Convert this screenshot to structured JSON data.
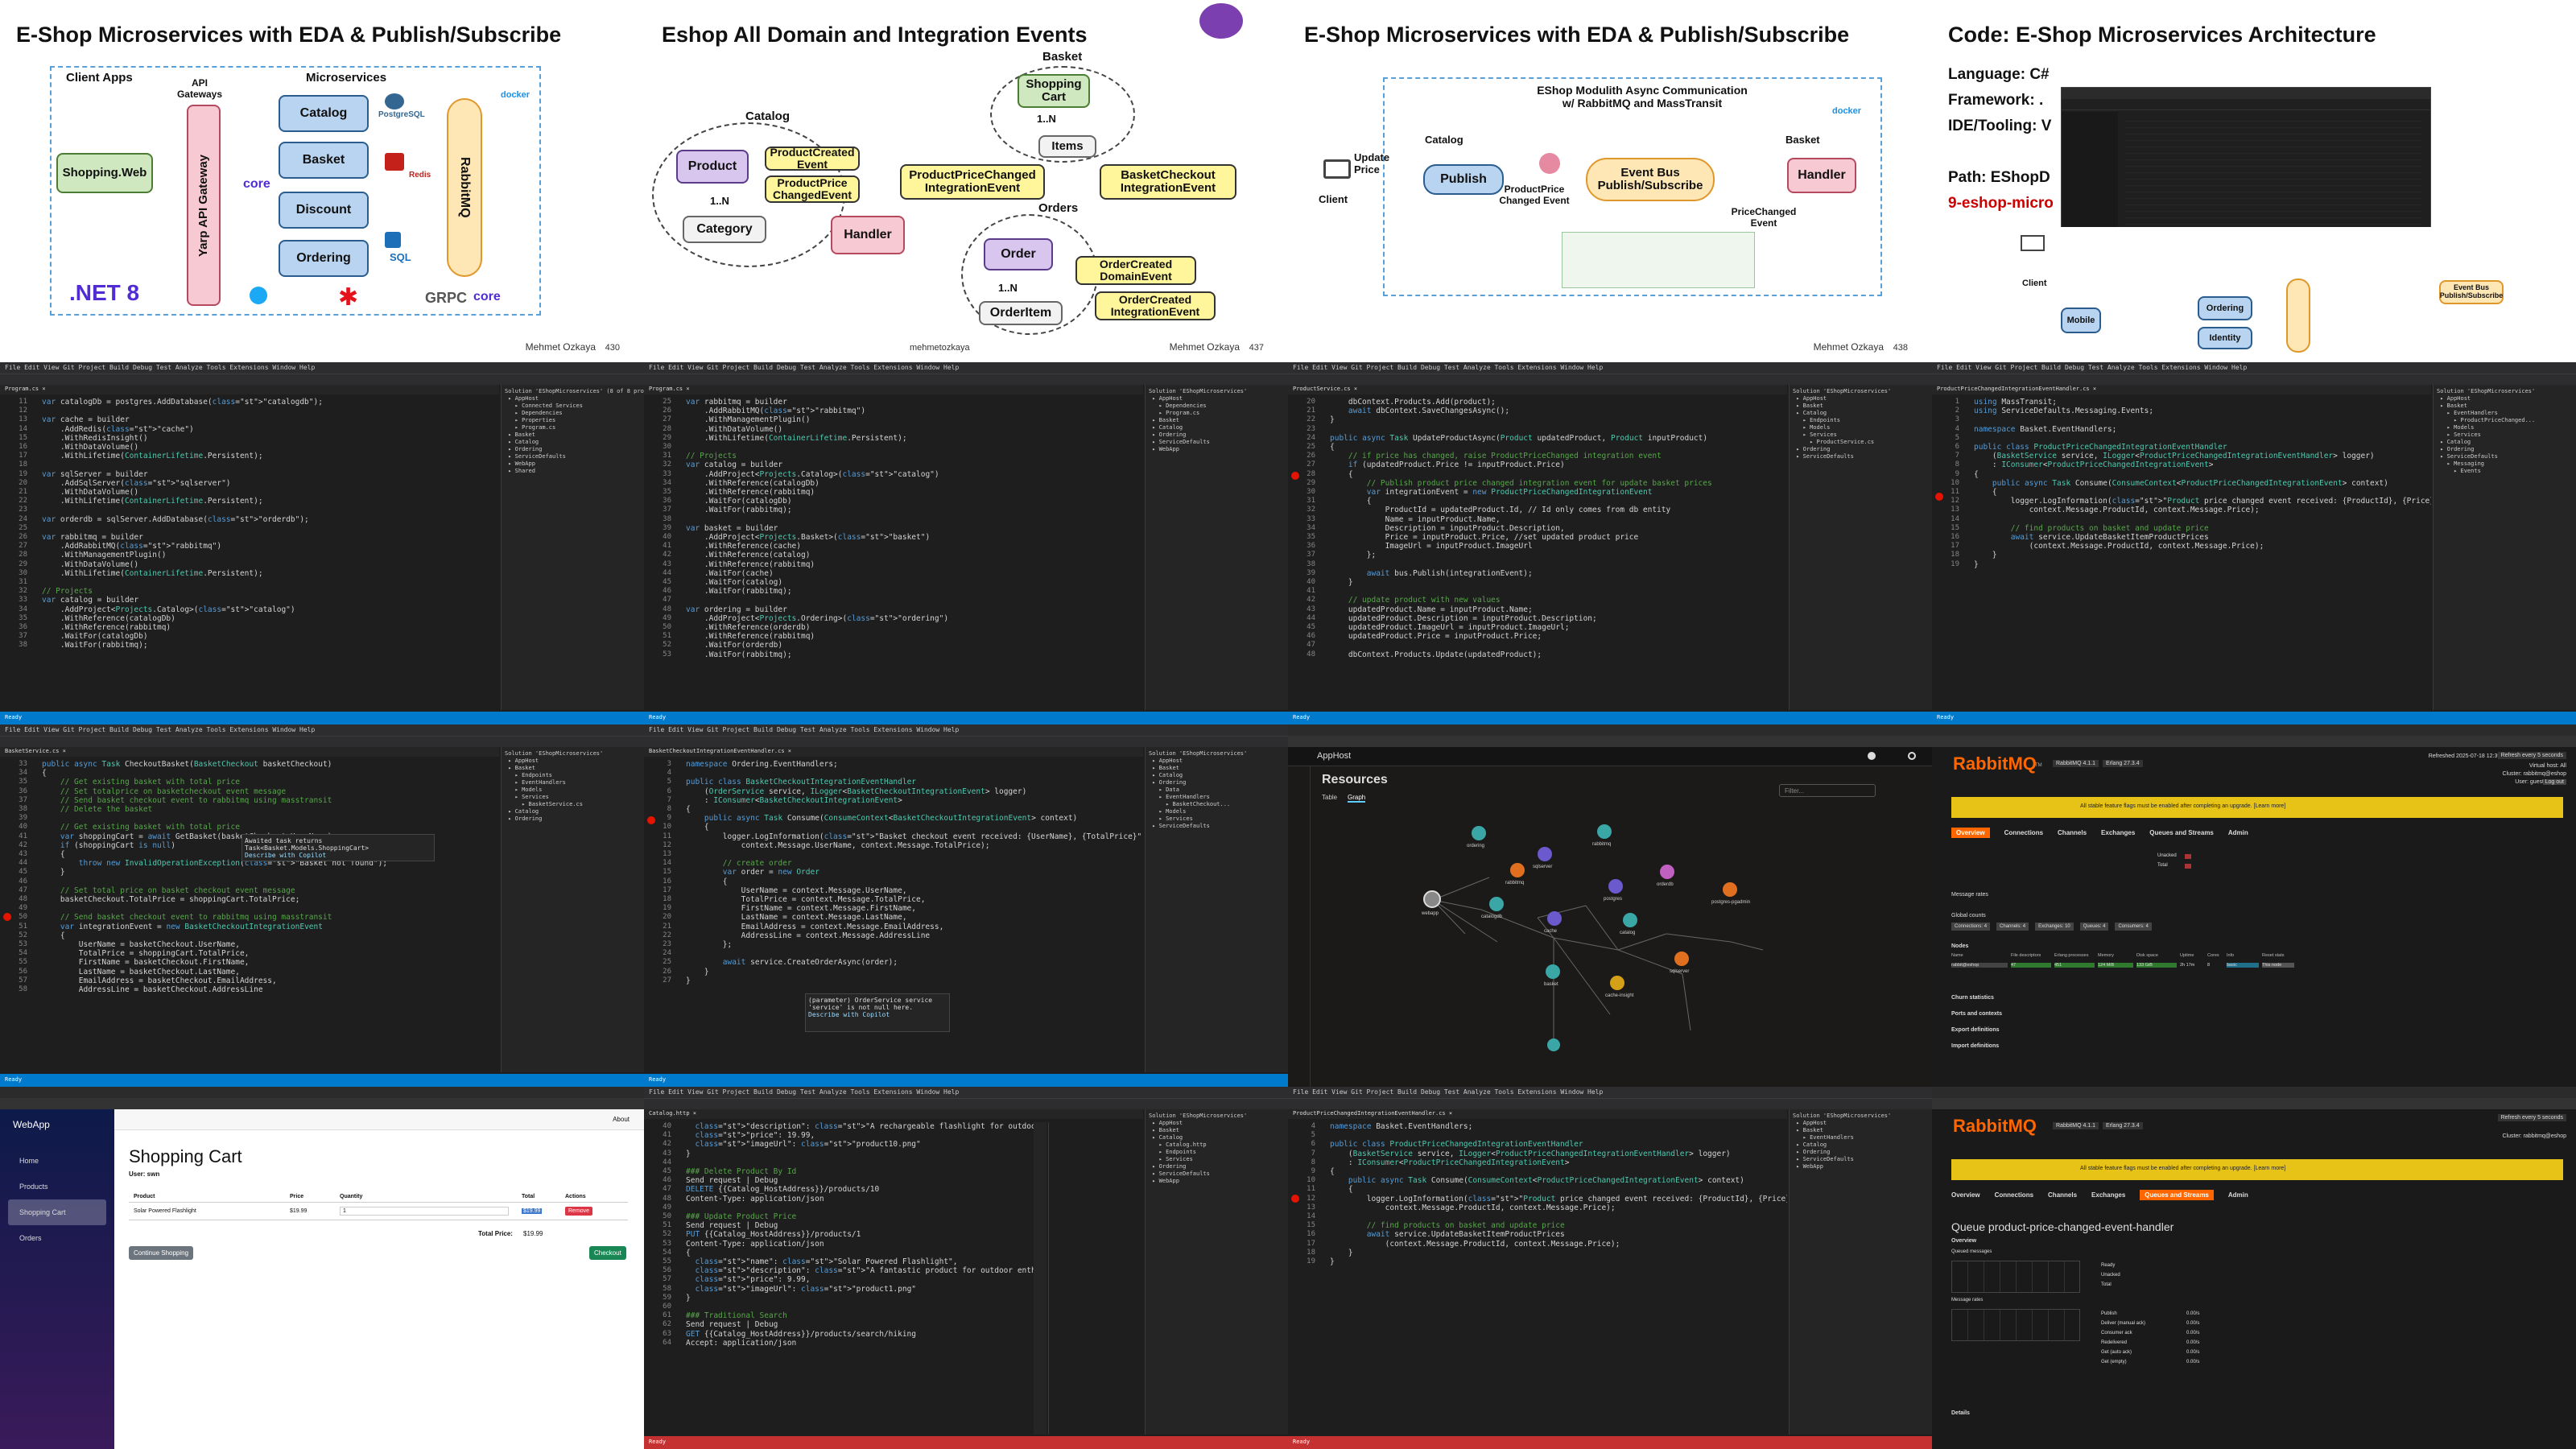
{
  "slides": {
    "s1": {
      "title": "E-Shop Microservices with EDA & Publish/Subscribe",
      "client_apps": "Client Apps",
      "api_gateways": "API Gateways",
      "microservices": "Microservices",
      "shopping_web": "Shopping.Web",
      "yarp": "Yarp API Gateway",
      "catalog": "Catalog",
      "basket": "Basket",
      "discount": "Discount",
      "ordering": "Ordering",
      "rabbitmq": "RabbitMQ",
      "postgresql": "PostgreSQL",
      "redis": "Redis",
      "sql": "SQL",
      "net8": ".NET 8",
      "grpc": "GRPC",
      "core": "core",
      "docker": "docker",
      "author": "Mehmet Ozkaya",
      "page": "430"
    },
    "s2": {
      "title": "Eshop All Domain and Integration Events",
      "basket": "Basket",
      "shopping_cart": "Shopping Cart",
      "items": "Items",
      "one_n_1": "1..N",
      "catalog": "Catalog",
      "product": "Product",
      "product_created": "ProductCreated Event",
      "product_price_changed": "ProductPrice ChangedEvent",
      "one_n_2": "1..N",
      "category": "Category",
      "handler": "Handler",
      "ppc_integration": "ProductPriceChanged IntegrationEvent",
      "basket_checkout": "BasketCheckout IntegrationEvent",
      "orders": "Orders",
      "order": "Order",
      "order_created_domain": "OrderCreated DomainEvent",
      "order_created_integration": "OrderCreated IntegrationEvent",
      "one_n_3": "1..N",
      "order_item": "OrderItem",
      "author": "mehmetozkaya",
      "author2": "Mehmet Ozkaya",
      "page": "437"
    },
    "s3": {
      "title": "E-Shop Microservices with EDA & Publish/Subscribe",
      "box_title": "EShop Modulith Async Communication w/ RabbitMQ and MassTransit",
      "update_price": "Update Price",
      "client": "Client",
      "catalog": "Catalog",
      "publish": "Publish",
      "ppc_event": "ProductPrice Changed Event",
      "event_bus": "Event Bus Publish/Subscribe",
      "basket": "Basket",
      "handler": "Handler",
      "price_changed_event": "PriceChanged Event",
      "docker": "docker",
      "author": "Mehmet Ozkaya",
      "page": "438"
    },
    "s4": {
      "title": "Code: E-Shop Microservices Architecture",
      "language": "Language: C#",
      "framework": "Framework: .",
      "ide": "IDE/Tooling: V",
      "path": "Path: EShopD",
      "repo": "9-eshop-micro",
      "mini": {
        "client": "Client",
        "mobile": "Mobile",
        "ordering": "Ordering",
        "identity": "Identity",
        "event_bus": "Event Bus Publish/Subscribe"
      }
    }
  },
  "ide": {
    "menu": "File  Edit  View  Git  Project  Build  Debug  Test  Analyze  Tools  Extensions  Window  Help",
    "status": "Ready",
    "t5": {
      "code": [
        "var catalogDb = postgres.AddDatabase(\"catalogdb\");",
        "",
        "var cache = builder",
        "    .AddRedis(\"cache\")",
        "    .WithRedisInsight()",
        "    .WithDataVolume()",
        "    .WithLifetime(ContainerLifetime.Persistent);",
        "",
        "var sqlServer = builder",
        "    .AddSqlServer(\"sqlserver\")",
        "    .WithDataVolume()",
        "    .WithLifetime(ContainerLifetime.Persistent);",
        "",
        "var orderdb = sqlServer.AddDatabase(\"orderdb\");",
        "",
        "var rabbitmq = builder",
        "    .AddRabbitMQ(\"rabbitmq\")",
        "    .WithManagementPlugin()",
        "    .WithDataVolume()",
        "    .WithLifetime(ContainerLifetime.Persistent);",
        "",
        "// Projects",
        "var catalog = builder",
        "    .AddProject<Projects.Catalog>(\"catalog\")",
        "    .WithReference(catalogDb)",
        "    .WithReference(rabbitmq)",
        "    .WaitFor(catalogDb)",
        "    .WaitFor(rabbitmq);"
      ],
      "start": 11
    },
    "t6": {
      "code": [
        "var rabbitmq = builder",
        "    .AddRabbitMQ(\"rabbitmq\")",
        "    .WithManagementPlugin()",
        "    .WithDataVolume()",
        "    .WithLifetime(ContainerLifetime.Persistent);",
        "",
        "// Projects",
        "var catalog = builder",
        "    .AddProject<Projects.Catalog>(\"catalog\")",
        "    .WithReference(catalogDb)",
        "    .WithReference(rabbitmq)",
        "    .WaitFor(catalogDb)",
        "    .WaitFor(rabbitmq);",
        "",
        "var basket = builder",
        "    .AddProject<Projects.Basket>(\"basket\")",
        "    .WithReference(cache)",
        "    .WithReference(catalog)",
        "    .WithReference(rabbitmq)",
        "    .WaitFor(cache)",
        "    .WaitFor(catalog)",
        "    .WaitFor(rabbitmq);",
        "",
        "var ordering = builder",
        "    .AddProject<Projects.Ordering>(\"ordering\")",
        "    .WithReference(orderdb)",
        "    .WithReference(rabbitmq)",
        "    .WaitFor(orderdb)",
        "    .WaitFor(rabbitmq);"
      ],
      "start": 25
    },
    "t7": {
      "code": [
        "    dbContext.Products.Add(product);",
        "    await dbContext.SaveChangesAsync();",
        "}",
        "",
        "public async Task UpdateProductAsync(Product updatedProduct, Product inputProduct)",
        "{",
        "    // if price has changed, raise ProductPriceChanged integration event",
        "    if (updatedProduct.Price != inputProduct.Price)",
        "    {",
        "        // Publish product price changed integration event for update basket prices",
        "        var integrationEvent = new ProductPriceChangedIntegrationEvent",
        "        {",
        "            ProductId = updatedProduct.Id, // Id only comes from db entity",
        "            Name = inputProduct.Name,",
        "            Description = inputProduct.Description,",
        "            Price = inputProduct.Price, //set updated product price",
        "            ImageUrl = inputProduct.ImageUrl",
        "        };",
        "",
        "        await bus.Publish(integrationEvent);",
        "    }",
        "",
        "    // update product with new values",
        "    updatedProduct.Name = inputProduct.Name;",
        "    updatedProduct.Description = inputProduct.Description;",
        "    updatedProduct.ImageUrl = inputProduct.ImageUrl;",
        "    updatedProduct.Price = inputProduct.Price;",
        "",
        "    dbContext.Products.Update(updatedProduct);"
      ],
      "start": 20
    },
    "t8": {
      "code": [
        "using MassTransit;",
        "using ServiceDefaults.Messaging.Events;",
        "",
        "namespace Basket.EventHandlers;",
        "",
        "public class ProductPriceChangedIntegrationEventHandler",
        "    (BasketService service, ILogger<ProductPriceChangedIntegrationEventHandler> logger)",
        "    : IConsumer<ProductPriceChangedIntegrationEvent>",
        "{",
        "    public async Task Consume(ConsumeContext<ProductPriceChangedIntegrationEvent> context)",
        "    {",
        "        logger.LogInformation(\"Product price changed event received: {ProductId}, {Price}\",",
        "            context.Message.ProductId, context.Message.Price);",
        "",
        "        // find products on basket and update price",
        "        await service.UpdateBasketItemProductPrices",
        "            (context.Message.ProductId, context.Message.Price);",
        "    }",
        "}"
      ],
      "start": 1
    },
    "t9": {
      "code": [
        "public async Task CheckoutBasket(BasketCheckout basketCheckout)",
        "{",
        "    // Get existing basket with total price",
        "    // Set totalprice on basketcheckout event message",
        "    // Send basket checkout event to rabbitmq using masstransit",
        "    // Delete the basket",
        "",
        "    // Get existing basket with total price",
        "    var shoppingCart = await GetBasket(basketCheckout.UserName);",
        "    if (shoppingCart is null)",
        "    {",
        "        throw new InvalidOperationException(\"Basket not found\");",
        "    }",
        "",
        "    // Set total price on basket checkout event message",
        "    basketCheckout.TotalPrice = shoppingCart.TotalPrice;",
        "",
        "    // Send basket checkout event to rabbitmq using masstransit",
        "    var integrationEvent = new BasketCheckoutIntegrationEvent",
        "    {",
        "        UserName = basketCheckout.UserName,",
        "        TotalPrice = shoppingCart.TotalPrice,",
        "        FirstName = basketCheckout.FirstName,",
        "        LastName = basketCheckout.LastName,",
        "        EmailAddress = basketCheckout.EmailAddress,",
        "        AddressLine = basketCheckout.AddressLine"
      ],
      "start": 33,
      "tooltip1": "Awaited task returns Task<Basket.Models.ShoppingCart>",
      "tooltip2": "Describe with Copilot"
    },
    "t10": {
      "code": [
        "namespace Ordering.EventHandlers;",
        "",
        "public class BasketCheckoutIntegrationEventHandler",
        "    (OrderService service, ILogger<BasketCheckoutIntegrationEvent> logger)",
        "    : IConsumer<BasketCheckoutIntegrationEvent>",
        "{",
        "    public async Task Consume(ConsumeContext<BasketCheckoutIntegrationEvent> context)",
        "    {",
        "        logger.LogInformation(\"Basket checkout event received: {UserName}, {TotalPrice}\",",
        "            context.Message.UserName, context.Message.TotalPrice);",
        "",
        "        // create order",
        "        var order = new Order",
        "        {",
        "            UserName = context.Message.UserName,",
        "            TotalPrice = context.Message.TotalPrice,",
        "            FirstName = context.Message.FirstName,",
        "            LastName = context.Message.LastName,",
        "            EmailAddress = context.Message.EmailAddress,",
        "            AddressLine = context.Message.AddressLine",
        "        };",
        "",
        "        await service.CreateOrderAsync(order);",
        "    }",
        "}"
      ],
      "start": 3,
      "tooltip1": "(parameter) OrderService service",
      "tooltip2": "'service' is not null here.",
      "tooltip3": "Describe with Copilot"
    },
    "t14": {
      "code": [
        "  \"description\": \"A rechargeable flashlight for outdoor enthusiasts\",",
        "  \"price\": 19.99,",
        "  \"imageUrl\": \"product10.png\"",
        "}",
        "",
        "### Delete Product By Id",
        "Send request | Debug",
        "DELETE {{Catalog_HostAddress}}/products/10",
        "Content-Type: application/json",
        "",
        "### Update Product Price",
        "Send request | Debug",
        "PUT {{Catalog_HostAddress}}/products/1",
        "Content-Type: application/json",
        "{",
        "  \"name\": \"Solar Powered Flashlight\",",
        "  \"description\": \"A fantastic product for outdoor enthusiasts\",",
        "  \"price\": 9.99,",
        "  \"imageUrl\": \"product1.png\"",
        "}",
        "",
        "### Traditional Search",
        "Send request | Debug",
        "GET {{Catalog_HostAddress}}/products/search/hiking",
        "Accept: application/json"
      ],
      "start": 40
    },
    "t15": {
      "code": [
        "namespace Basket.EventHandlers;",
        "",
        "public class ProductPriceChangedIntegrationEventHandler",
        "    (BasketService service, ILogger<ProductPriceChangedIntegrationEventHandler> logger)",
        "    : IConsumer<ProductPriceChangedIntegrationEvent>",
        "{",
        "    public async Task Consume(ConsumeContext<ProductPriceChangedIntegrationEvent> context)",
        "    {",
        "        logger.LogInformation(\"Product price changed event received: {ProductId}, {Price}\",",
        "            context.Message.ProductId, context.Message.Price);",
        "",
        "        // find products on basket and update price",
        "        await service.UpdateBasketItemProductPrices",
        "            (context.Message.ProductId, context.Message.Price);",
        "    }",
        "}"
      ],
      "start": 4
    }
  },
  "aspire": {
    "app": "AppHost",
    "heading": "Resources",
    "tab_table": "Table",
    "tab_graph": "Graph",
    "filter": "Filter...",
    "nodes": [
      "catalogdb",
      "ordering",
      "rabbitmq",
      "sqlserver",
      "orderdb",
      "postgres",
      "webapp",
      "rabbitmq",
      "catalog",
      "cache",
      "postgres-pgadmin",
      "basket",
      "cache-insight",
      "sqlserver"
    ]
  },
  "rabbitmq": {
    "logo": "RabbitMQ",
    "logo_suffix": "TM",
    "version": "RabbitMQ 4.1.1",
    "erlang": "Erlang 27.3.4",
    "refreshed": "Refreshed 2025-07-18 12:39:38",
    "refresh": "Refresh every 5 seconds",
    "vhost": "Virtual host: All",
    "cluster": "Cluster: rabbitmq@eshop",
    "user": "User: guest",
    "logout": "Log out",
    "warning": "All stable feature flags must be enabled after completing an upgrade. [Learn more]",
    "tabs": [
      "Overview",
      "Connections",
      "Channels",
      "Exchanges",
      "Queues and Streams",
      "Admin"
    ],
    "totals_rows": [
      "Unacked",
      "Total"
    ],
    "message_rates": "Message rates",
    "global_counts": "Global counts",
    "counts": [
      "Connections: 4",
      "Channels: 4",
      "Exchanges: 10",
      "Queues: 4",
      "Consumers: 4"
    ],
    "nodes_title": "Nodes",
    "node_cols": [
      "Name",
      "File descriptors",
      "Erlang processes",
      "Memory",
      "Disk space",
      "Uptime",
      "Cores",
      "Info",
      "Reset stats"
    ],
    "node_row": [
      "rabbit@eshop",
      "47",
      "451",
      "124 MiB",
      "133 GiB",
      "2h 17m",
      "8",
      "basic",
      "This node"
    ],
    "sections": [
      "Churn statistics",
      "Ports and contexts",
      "Export definitions",
      "Import definitions"
    ],
    "queue_title": "Queue product-price-changed-event-handler",
    "queue_section": "Overview",
    "queued_messages": "Queued messages",
    "queued_rows": [
      "Ready",
      "Unacked",
      "Total"
    ],
    "rate_labels": [
      "Publish",
      "Deliver (manual ack)",
      "Consumer ack",
      "Redelivered",
      "Get (auto ack)",
      "Get (empty)"
    ],
    "zero_rate": "0.00/s",
    "details": "Details"
  },
  "webapp": {
    "brand": "WebApp",
    "about": "About",
    "nav": [
      "Home",
      "Products",
      "Shopping Cart",
      "Orders"
    ],
    "title": "Shopping Cart",
    "user": "User: swn",
    "cols": [
      "Product",
      "Price",
      "Quantity",
      "Total",
      "Actions"
    ],
    "row": {
      "product": "Solar Powered Flashlight",
      "price": "$19.99",
      "qty": "1",
      "total": "$19.99",
      "remove": "Remove"
    },
    "total_label": "Total Price:",
    "total_value": "$19.99",
    "continue": "Continue Shopping",
    "checkout": "Checkout"
  },
  "colors": {
    "ide_bg": "#1e1e1e",
    "accent_blue": "#007acc",
    "rabbit_orange": "#ff6600",
    "warning_yellow": "#e7c318",
    "checkout_green": "#198754",
    "remove_red": "#dc3545",
    "sidebar_purple": "#3a1a5a"
  }
}
